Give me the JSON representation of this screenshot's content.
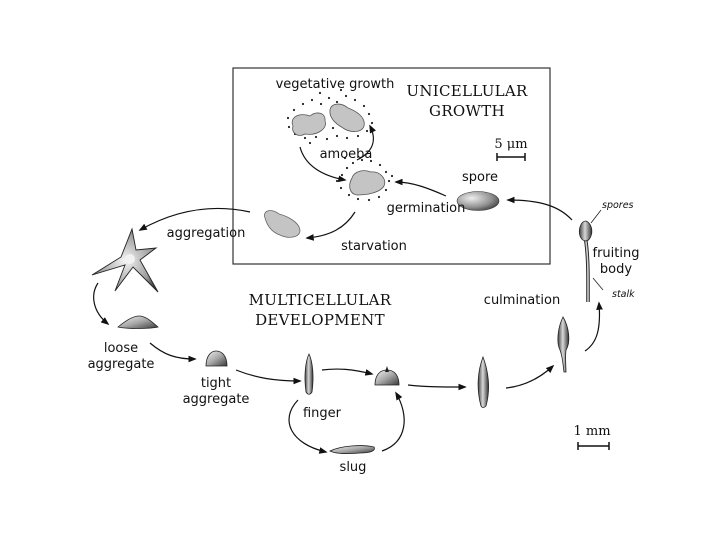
{
  "headings": {
    "unicellular_line1": "UNICELLULAR",
    "unicellular_line2": "GROWTH",
    "multicellular_line1": "MULTICELLULAR",
    "multicellular_line2": "DEVELOPMENT"
  },
  "scale_bars": {
    "small": "5 μm",
    "large": "1 mm"
  },
  "labels": {
    "vegetative_growth": "vegetative growth",
    "amoeba": "amoeba",
    "spore": "spore",
    "germination": "germination",
    "starvation": "starvation",
    "aggregation": "aggregation",
    "loose_aggregate_1": "loose",
    "loose_aggregate_2": "aggregate",
    "tight_aggregate_1": "tight",
    "tight_aggregate_2": "aggregate",
    "finger": "finger",
    "slug": "slug",
    "culmination": "culmination",
    "fruiting_body_1": "fruiting",
    "fruiting_body_2": "body",
    "spores": "spores",
    "stalk": "stalk"
  }
}
